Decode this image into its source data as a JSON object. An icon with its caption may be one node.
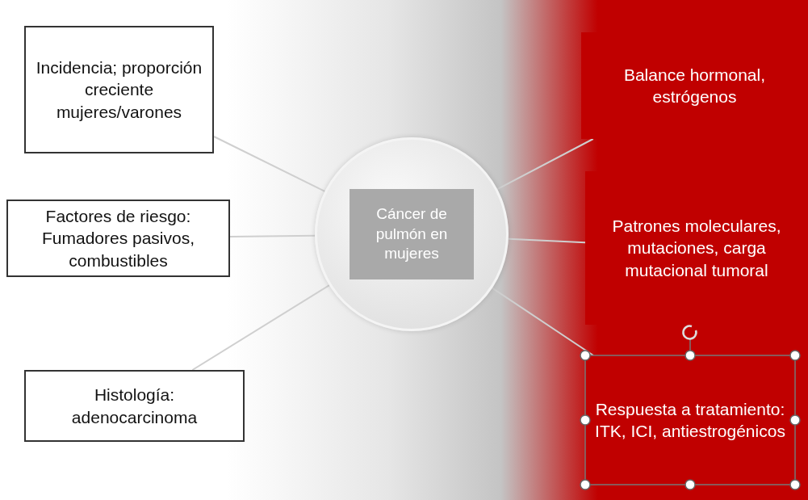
{
  "diagram": {
    "nodes": [
      {
        "text": [
          "Incidencia; proporción creciente mujeres/varones"
        ]
      },
      {
        "text": [
          "Balance hormonal, estrógenos"
        ]
      },
      {
        "text": [],
        "shape": "circle"
      },
      {
        "text": [
          "Cáncer de pulmón en mujeres"
        ],
        "in": 2
      },
      {
        "text": [
          "Factores de riesgo: Fumadores pasivos, combustibles"
        ]
      },
      {
        "text": [
          "Patrones moleculares, mutaciones, carga mutacional tumoral"
        ]
      },
      {
        "text": [
          "Histología: adenocarcinoma"
        ]
      },
      {
        "text": [
          "Respuesta a tratamiento: ITK, ICI, antiestrogénicos"
        ]
      }
    ],
    "edges": [
      {
        "from": 2,
        "to": 0,
        "arrow": "none"
      },
      {
        "from": 2,
        "to": 1,
        "arrow": "none"
      },
      {
        "from": 2,
        "to": 4,
        "arrow": "none"
      },
      {
        "from": 2,
        "to": 5,
        "arrow": "none"
      },
      {
        "from": 2,
        "to": 6,
        "arrow": "none"
      },
      {
        "from": 2,
        "to": 7,
        "arrow": "none"
      }
    ]
  }
}
